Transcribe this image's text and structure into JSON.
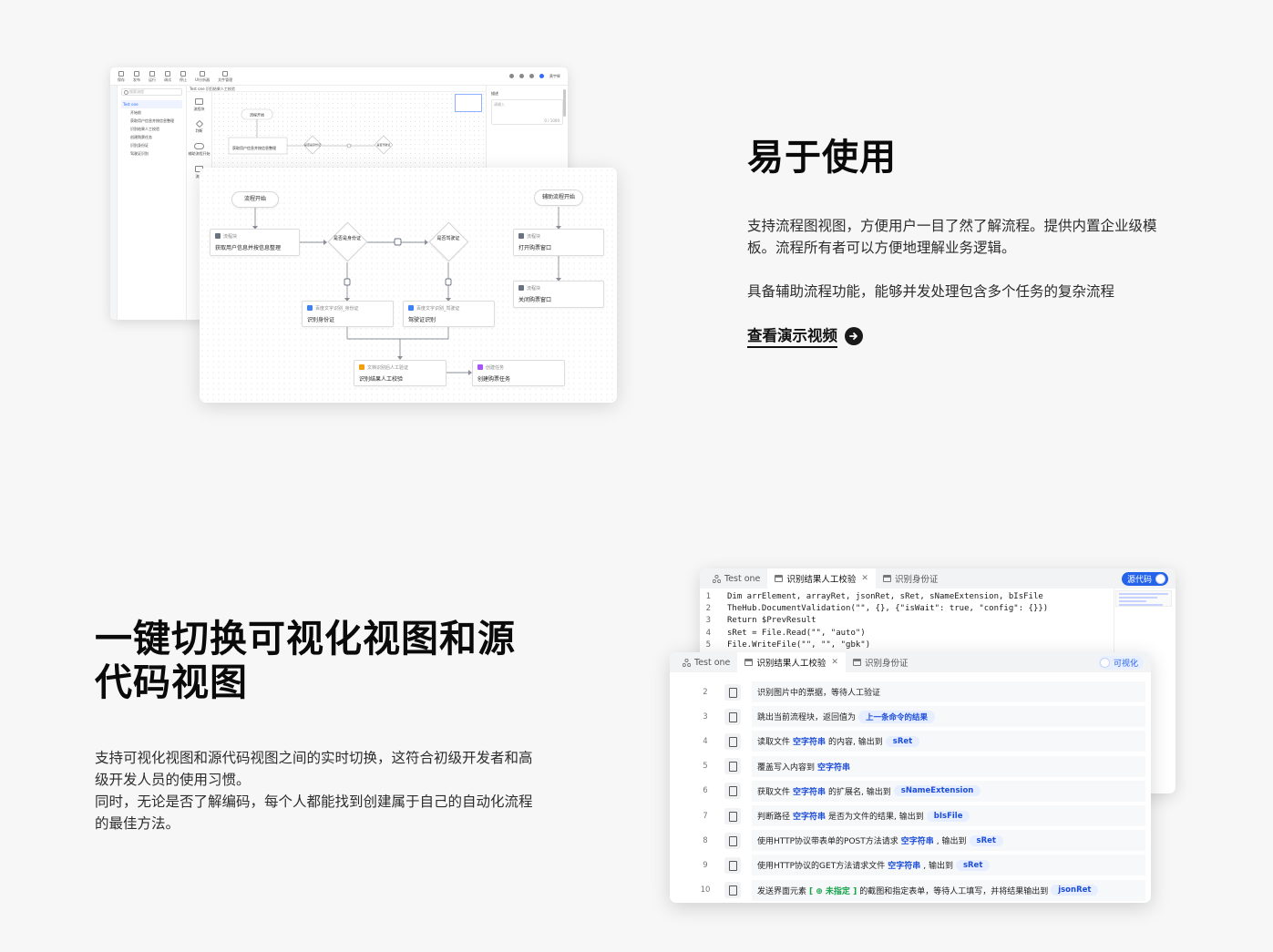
{
  "section_easy": {
    "title": "易于使用",
    "paragraph_1": "支持流程图视图，方便用户一目了然了解流程。提供内置企业级模板。流程所有者可以方便地理解业务逻辑。",
    "paragraph_2": "具备辅助流程功能，能够并发处理包含多个任务的复杂流程",
    "demo_link": "查看演示视频"
  },
  "editor_back": {
    "toolbar": [
      "保存",
      "发布",
      "运行",
      "调试",
      "停止",
      "UI分析器",
      "文件管理"
    ],
    "right_label": "黄宇辉",
    "search_placeholder": "搜索流程",
    "tree_root": "Test one",
    "tree_items": [
      "开始前",
      "获取用户信息并按信息整理",
      "识别结果人工校验",
      "创建购票任务",
      "识别身份证",
      "驾驶证识别"
    ],
    "palette": [
      "流程块",
      "判断",
      "辅助流程开始",
      "流程"
    ],
    "tabs": "Test one   识别结果人工校验",
    "props_label": "描述",
    "props_placeholder": "请输入",
    "props_counter": "0 / 1000",
    "mini_nodes": [
      "流程开始",
      "获取用户信息并按信息整理",
      "是否是身份证",
      "是否驾驶证"
    ]
  },
  "flow_front": {
    "start": "流程开始",
    "aux_start": "辅助流程开始",
    "nodes": [
      {
        "title": "流程块",
        "text": "获取用户信息并按信息整理"
      },
      {
        "title": "流程块",
        "text": "打开购票窗口"
      },
      {
        "title": "流程块",
        "text": "关闭购票窗口"
      },
      {
        "title": "百度文字识别_身份证",
        "text": "识别身份证"
      },
      {
        "title": "百度文字识别_驾驶证",
        "text": "驾驶证识别"
      },
      {
        "title": "文档识别后人工验证",
        "text": "识别结果人工校验"
      },
      {
        "title": "创建任务",
        "text": "创建购票任务"
      }
    ],
    "decision_1": "是否是身份证",
    "decision_2": "是否驾驶证"
  },
  "section_switch": {
    "title": "一键切换可视化视图和源代码视图",
    "paragraph_1": "支持可视化视图和源代码视图之间的实时切换，这符合初级开发者和高级开发人员的使用习惯。",
    "paragraph_2": "同时，无论是否了解编码，每个人都能找到创建属于自己的自动化流程的最佳方法。"
  },
  "code_window": {
    "tabs": [
      "Test one",
      "识别结果人工校验",
      "识别身份证"
    ],
    "toggle_label": "源代码",
    "lines": [
      {
        "n": "1",
        "text": "Dim arrElement, arrayRet, jsonRet, sRet, sNameExtension, bIsFile"
      },
      {
        "n": "2",
        "text": "TheHub.DocumentValidation(\"\", {}, {\"isWait\": true, \"config\": {}})"
      },
      {
        "n": "3",
        "text": "Return $PrevResult"
      },
      {
        "n": "4",
        "text": "sRet = File.Read(\"\", \"auto\")"
      },
      {
        "n": "5",
        "text": "File.WriteFile(\"\", \"\", \"gbk\")"
      }
    ]
  },
  "visual_window": {
    "tabs": [
      "Test one",
      "识别结果人工校验",
      "识别身份证"
    ],
    "toggle_label": "可视化",
    "rows": [
      {
        "n": "2",
        "parts": [
          "识别图片中的票据，等待人工验证"
        ]
      },
      {
        "n": "3",
        "parts": [
          "跳出当前流程块，返回值为",
          "上一条命令的结果"
        ]
      },
      {
        "n": "4",
        "parts": [
          "读取文件",
          "空字符串",
          "的内容, 输出到",
          "sRet"
        ]
      },
      {
        "n": "5",
        "parts": [
          "覆盖写入内容到",
          "空字符串"
        ]
      },
      {
        "n": "6",
        "parts": [
          "获取文件",
          "空字符串",
          "的扩展名, 输出到",
          "sNameExtension"
        ]
      },
      {
        "n": "7",
        "parts": [
          "判断路径",
          "空字符串",
          "是否为文件的结果, 输出到",
          "bIsFile"
        ]
      },
      {
        "n": "8",
        "parts": [
          "使用HTTP协议带表单的POST方法请求",
          "空字符串",
          ", 输出到",
          "sRet"
        ]
      },
      {
        "n": "9",
        "parts": [
          "使用HTTP协议的GET方法请求文件",
          "空字符串",
          ", 输出到",
          "sRet"
        ]
      },
      {
        "n": "10",
        "parts": [
          "发送界面元素",
          "[ ⊕ 未指定 ]",
          "的截图和指定表单，等待人工填写，并将结果输出到",
          "jsonRet"
        ]
      }
    ]
  },
  "colors": {
    "accent": "#2563eb",
    "background": "#f7f7f7",
    "title": "#0a0a0a"
  }
}
